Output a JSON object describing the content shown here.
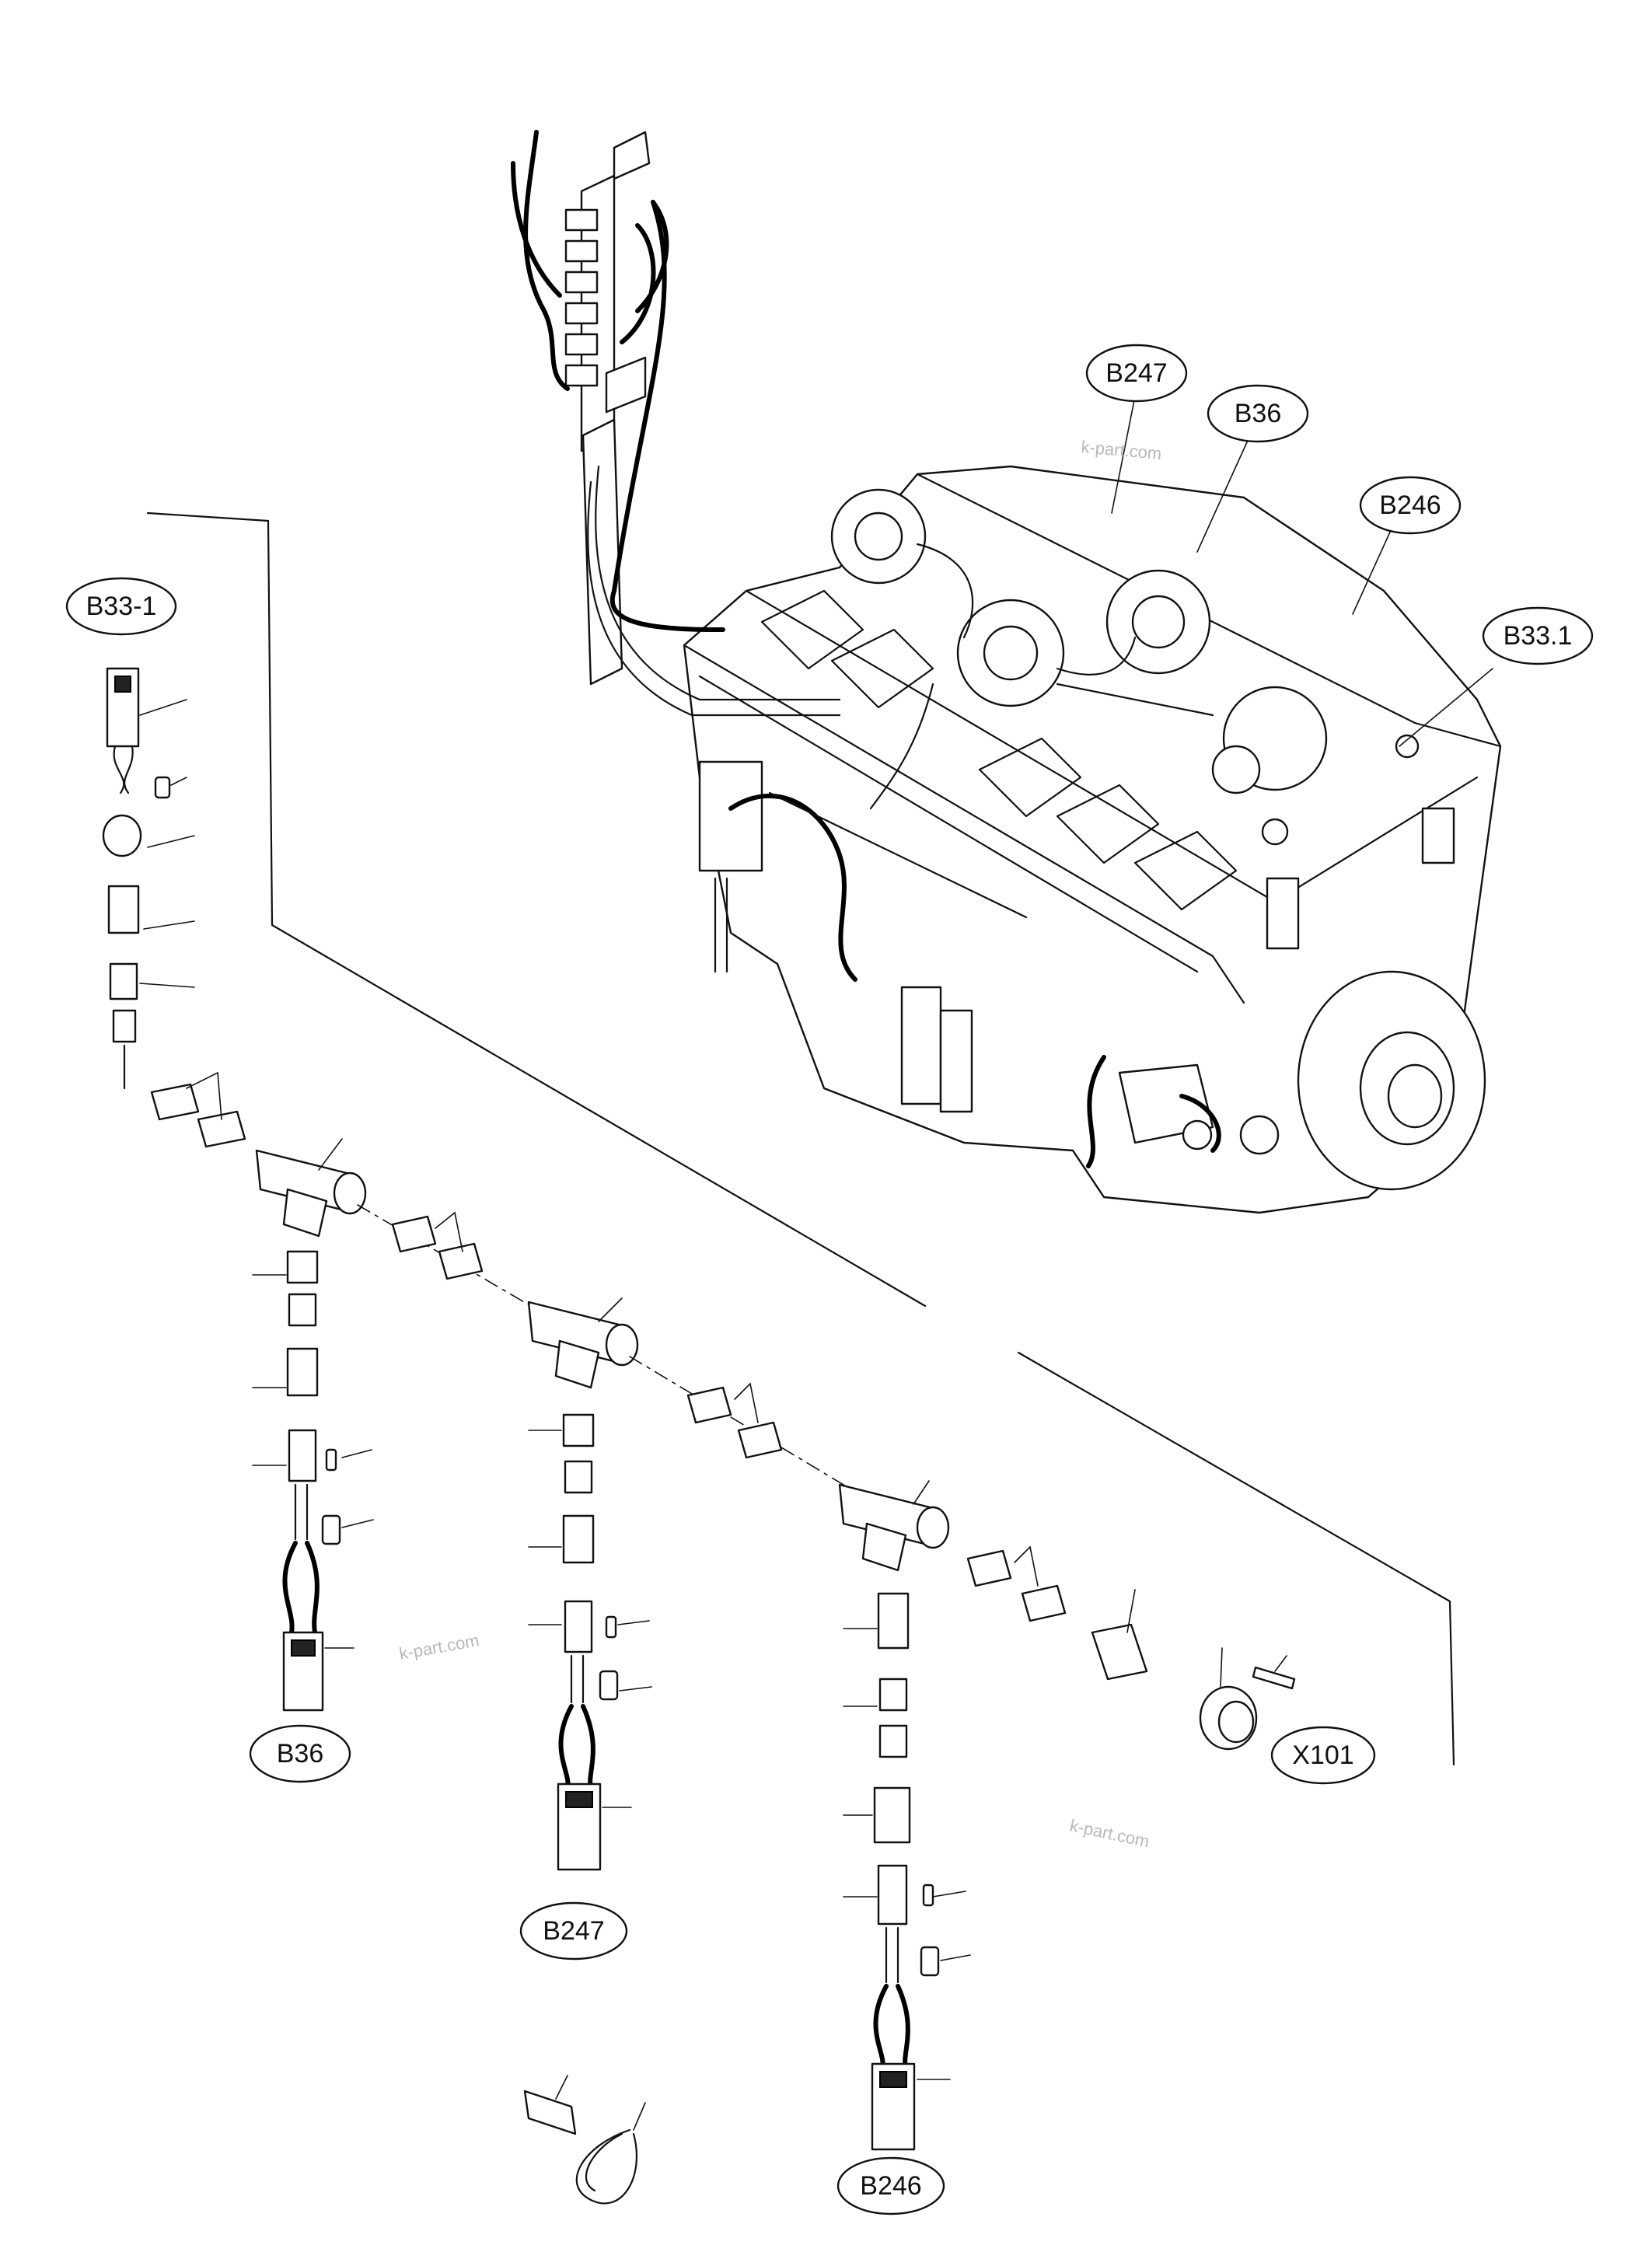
{
  "callouts": {
    "b247_top": "B247",
    "b36_top": "B36",
    "b246_top": "B246",
    "b33_1": "B33.1",
    "b33_dash_1": "B33-1",
    "b36_bottom": "B36",
    "b247_bottom": "B247",
    "b246_bottom": "B246",
    "x101": "X101"
  },
  "watermarks": [
    "k-part.com",
    "k-part.com",
    "k-part.com"
  ]
}
